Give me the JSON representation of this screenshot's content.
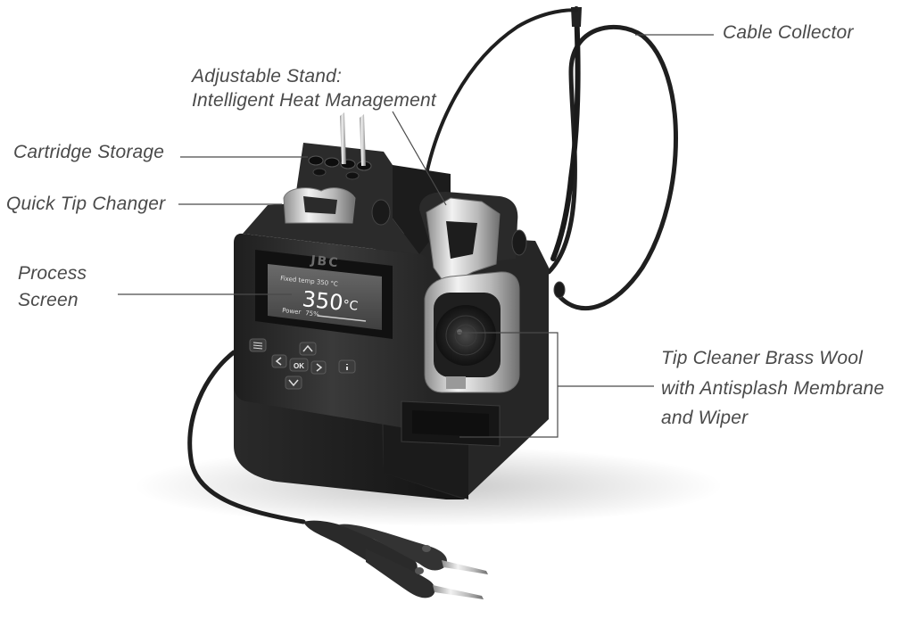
{
  "callouts": {
    "cable_collector": "Cable Collector",
    "adjustable_stand_1": "Adjustable Stand:",
    "adjustable_stand_2": "Intelligent Heat Management",
    "cartridge_storage": "Cartridge Storage",
    "quick_tip_changer": "Quick Tip Changer",
    "process_screen_1": "Process",
    "process_screen_2": "Screen",
    "tip_cleaner_1": "Tip Cleaner Brass Wool",
    "tip_cleaner_2": "with Antisplash Membrane",
    "tip_cleaner_3": "and Wiper"
  },
  "device": {
    "brand": "JBC",
    "lcd_mode": "Fixed temp 350 °C",
    "lcd_temperature": "350",
    "lcd_unit": "°C",
    "lcd_power_label": "Power",
    "lcd_power_value": "75%",
    "keypad": {
      "ok_label": "OK"
    }
  },
  "colors": {
    "body_dark": "#2b2b2b",
    "body_mid": "#3a3a3a",
    "metal": "#c8c8c8",
    "lcd_bg": "#5a5a5a",
    "callout_text": "#4a4a4a",
    "leader_line": "#4a4a4a"
  },
  "icons": [
    "menu-icon",
    "arrow-up-icon",
    "arrow-down-icon",
    "arrow-left-icon",
    "arrow-right-icon",
    "info-icon"
  ]
}
